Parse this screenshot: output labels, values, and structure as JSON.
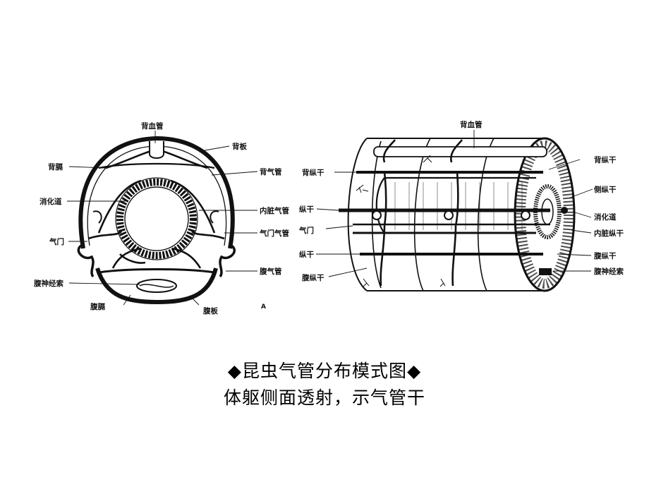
{
  "left_diagram": {
    "labels": {
      "dorsal_vessel": "背血管",
      "tergum": "背板",
      "dorsal_diaphragm": "背膈",
      "dorsal_trachea": "背气管",
      "alimentary_canal": "消化道",
      "visceral_trachea": "内脏气管",
      "spiracle": "气门",
      "spiracle_trachea": "气门气管",
      "ventral_trachea": "腹气管",
      "ventral_nerve_cord": "腹神经索",
      "ventral_diaphragm": "腹膈",
      "sternum": "腹板",
      "panel_letter": "A"
    }
  },
  "right_diagram": {
    "labels": {
      "dorsal_vessel": "背血管",
      "dorsal_trunk_left": "背纵干",
      "lateral_trunk_left": "纵干",
      "spiracle_left": "气门",
      "ventral_trunk_left_cut": "纵干",
      "ventral_trunk_left": "腹纵干",
      "dorsal_trunk": "背纵干",
      "lateral_trunk": "侧纵干",
      "alimentary_canal": "消化道",
      "visceral_trunk": "内脏纵干",
      "ventral_trunk": "腹纵干",
      "ventral_nerve_cord": "腹神经索"
    }
  },
  "caption": {
    "line1": "◆昆虫气管分布模式图◆",
    "line2": "体躯侧面透射，示气管干"
  }
}
